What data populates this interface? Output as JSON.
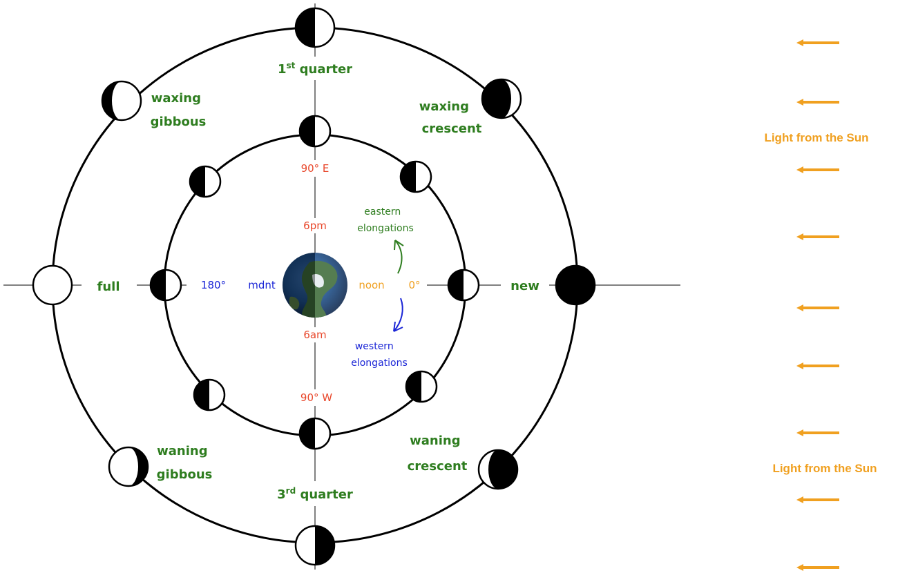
{
  "phases": {
    "first_quarter": {
      "main": "1",
      "sup": "st",
      "tail": " quarter"
    },
    "third_quarter": {
      "main": "3",
      "sup": "rd",
      "tail": " quarter"
    },
    "waxing_gibbous": [
      "waxing",
      "gibbous"
    ],
    "waxing_crescent": [
      "waxing",
      "crescent"
    ],
    "waning_gibbous": [
      "waning",
      "gibbous"
    ],
    "waning_crescent": [
      "waning",
      "crescent"
    ],
    "full": "full",
    "new": "new"
  },
  "inner_labels": {
    "east90": "90° E",
    "west90": "90° W",
    "six_pm": "6pm",
    "six_am": "6am",
    "deg180": "180°",
    "mdnt": "mdnt",
    "noon": "noon",
    "deg0": "0°",
    "eastern_elongations": [
      "eastern",
      "elongations"
    ],
    "western_elongations": [
      "western",
      "elongations"
    ]
  },
  "sunlight": {
    "label_top": "Light from the Sun",
    "label_bottom": "Light from the Sun"
  },
  "colors": {
    "phase_green": "#2e7d1f",
    "label_red": "#e8472b",
    "label_blue": "#1a25d6",
    "sun_orange": "#f0a020"
  },
  "icons": {
    "earth": "earth-globe-icon",
    "sun_arrow": "left-arrow-icon"
  }
}
